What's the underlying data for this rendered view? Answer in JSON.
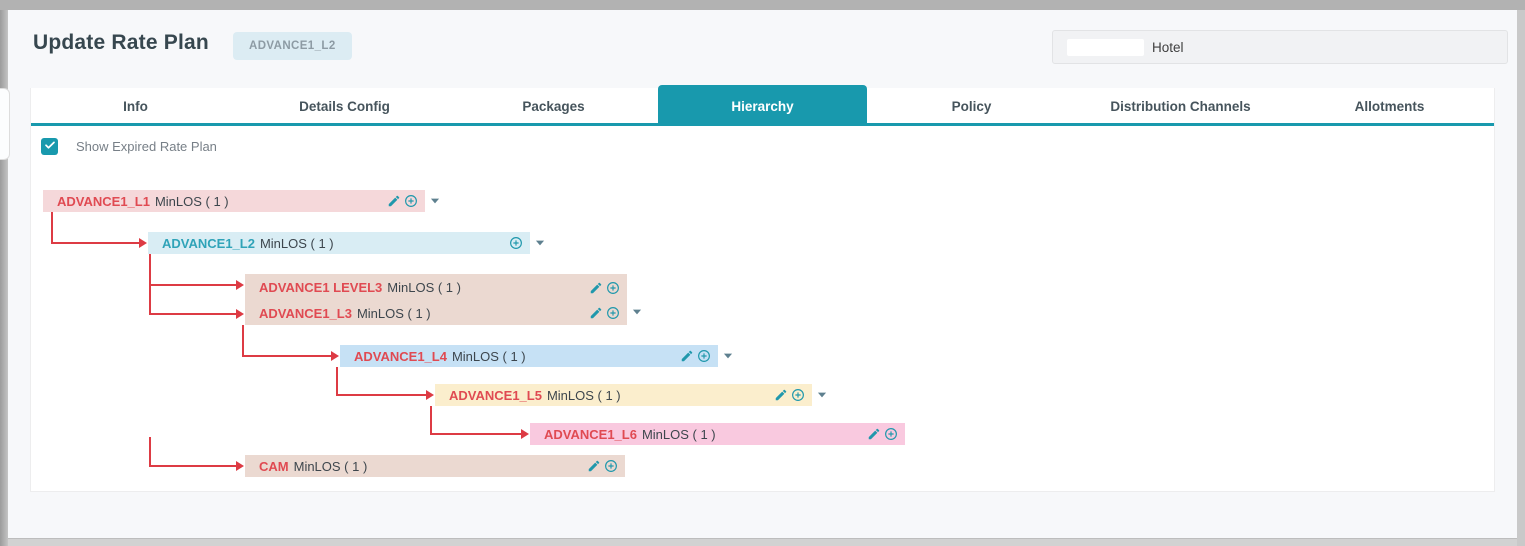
{
  "page": {
    "title": "Update Rate Plan",
    "badge": "ADVANCE1_L2",
    "hotel_field": {
      "label": "Hotel",
      "value_redacted": true
    }
  },
  "tabs": [
    "Info",
    "Details Config",
    "Packages",
    "Hierarchy",
    "Policy",
    "Distribution Channels",
    "Allotments"
  ],
  "active_tab": "Hierarchy",
  "filters": {
    "show_expired_label": "Show Expired Rate Plan",
    "show_expired_checked": true
  },
  "icons": {
    "edit": "pencil-icon",
    "add": "circle-plus-icon",
    "expand": "caret-down-icon",
    "checkbox": "check-icon"
  },
  "colors": {
    "accent_teal": "#1899ad",
    "icon_teal": "#2098ac",
    "caret_gray": "#5e808f",
    "connector_red": "#dd3b44",
    "node_name_red": "#e04a52",
    "node_name_teal": "#2fa3b8"
  },
  "tree": {
    "nodes": [
      {
        "name": "ADVANCE1_L1",
        "detail": "MinLOS ( 1 )",
        "bg": "#f5d8da",
        "name_color": "#e04a52",
        "has_edit": true,
        "has_add": true,
        "has_caret": true
      },
      {
        "name": "ADVANCE1_L2",
        "detail": "MinLOS ( 1 )",
        "bg": "#d9edf4",
        "name_color": "#2fa3b8",
        "has_edit": false,
        "has_add": true,
        "has_caret": true
      },
      {
        "name": "ADVANCE1 LEVEL3",
        "detail": "MinLOS ( 1 )",
        "bg": "#ebd9d1",
        "name_color": "#e04a52",
        "has_edit": true,
        "has_add": true,
        "has_caret": false
      },
      {
        "name": "ADVANCE1_L3",
        "detail": "MinLOS ( 1 )",
        "bg": "#ebd9d1",
        "name_color": "#e04a52",
        "has_edit": true,
        "has_add": true,
        "has_caret": true
      },
      {
        "name": "ADVANCE1_L4",
        "detail": "MinLOS ( 1 )",
        "bg": "#c6e1f5",
        "name_color": "#e04a52",
        "has_edit": true,
        "has_add": true,
        "has_caret": true
      },
      {
        "name": "ADVANCE1_L5",
        "detail": "MinLOS ( 1 )",
        "bg": "#fbeecd",
        "name_color": "#e04a52",
        "has_edit": true,
        "has_add": true,
        "has_caret": true
      },
      {
        "name": "ADVANCE1_L6",
        "detail": "MinLOS ( 1 )",
        "bg": "#f9c9df",
        "name_color": "#e04a52",
        "has_edit": true,
        "has_add": true,
        "has_caret": false
      },
      {
        "name": "CAM",
        "detail": "MinLOS ( 1 )",
        "bg": "#ebd9d1",
        "name_color": "#e04a52",
        "has_edit": true,
        "has_add": true,
        "has_caret": false
      }
    ]
  }
}
